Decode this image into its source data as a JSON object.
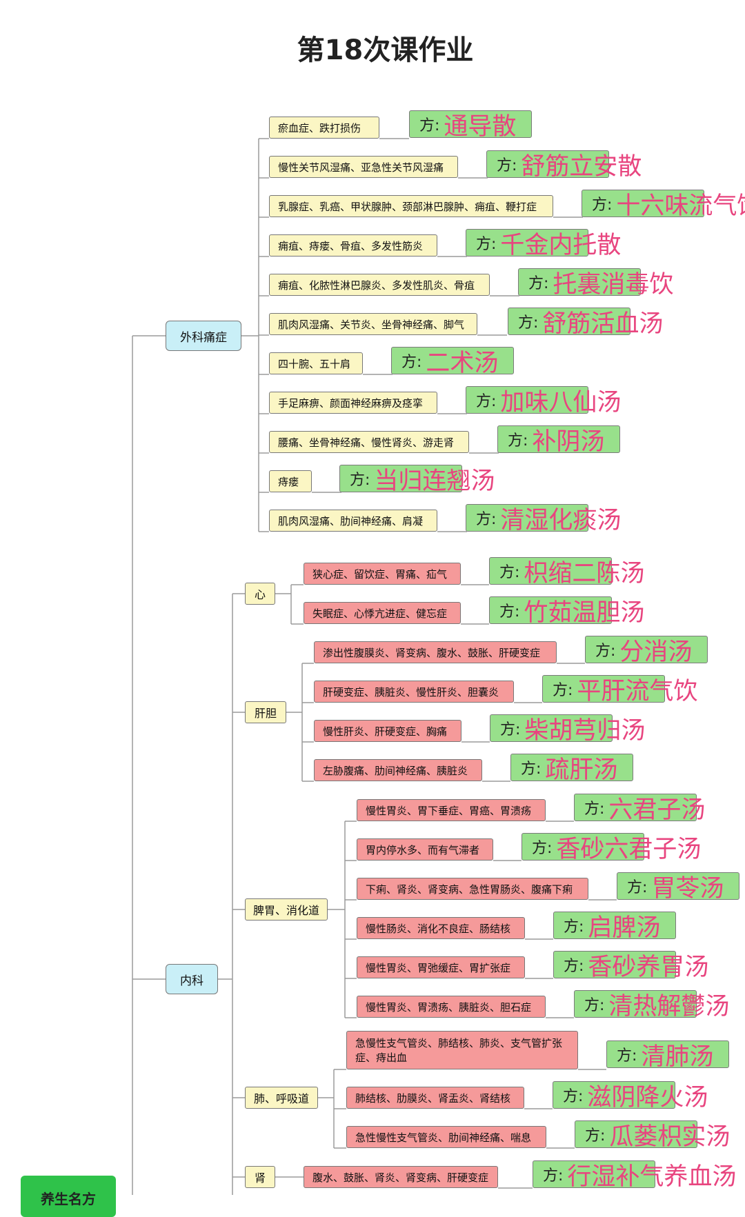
{
  "title": "第18次课作业",
  "colors": {
    "root": "#c9eff7",
    "yellow": "#fbf6c4",
    "red": "#f59a9a",
    "green": "#98e08b",
    "fang_text": "#e8457f"
  },
  "waike": {
    "label": "外科痛症",
    "items": [
      {
        "symptom": "瘀血症、跌打损伤",
        "prefix": "方:",
        "formula": "通导散"
      },
      {
        "symptom": "慢性关节风湿痛、亚急性关节风湿痛",
        "prefix": "方:",
        "formula": "舒筋立安散"
      },
      {
        "symptom": "乳腺症、乳癌、甲状腺肿、颈部淋巴腺肿、痈疽、鞭打症",
        "prefix": "方:",
        "formula": "十六味流气饮"
      },
      {
        "symptom": "痈疽、痔瘘、骨疽、多发性筋炎",
        "prefix": "方:",
        "formula": "千金内托散"
      },
      {
        "symptom": "痈疽、化脓性淋巴腺炎、多发性肌炎、骨疽",
        "prefix": "方:",
        "formula": "托裏消毒饮"
      },
      {
        "symptom": "肌肉风湿痛、关节炎、坐骨神经痛、脚气",
        "prefix": "方:",
        "formula": "舒筋活血汤"
      },
      {
        "symptom": "四十腕、五十肩",
        "prefix": "方:",
        "formula": "二术汤"
      },
      {
        "symptom": "手足麻痹、颜面神经麻痹及痉挛",
        "prefix": "方:",
        "formula": "加味八仙汤"
      },
      {
        "symptom": "腰痛、坐骨神经痛、慢性肾炎、游走肾",
        "prefix": "方:",
        "formula": "补阴汤"
      },
      {
        "symptom": "痔瘘",
        "prefix": "方:",
        "formula": "当归连翘汤"
      },
      {
        "symptom": "肌肉风湿痛、肋间神经痛、肩凝",
        "prefix": "方:",
        "formula": "清湿化痰汤"
      }
    ]
  },
  "neike": {
    "label": "内科",
    "groups": [
      {
        "label": "心",
        "items": [
          {
            "symptom": "狭心症、留饮症、胃痛、疝气",
            "prefix": "方:",
            "formula": "枳缩二陈汤"
          },
          {
            "symptom": "失眠症、心悸亢进症、健忘症",
            "prefix": "方:",
            "formula": "竹茹温胆汤"
          }
        ]
      },
      {
        "label": "肝胆",
        "items": [
          {
            "symptom": "渗出性腹膜炎、肾变病、腹水、鼓胀、肝硬变症",
            "prefix": "方:",
            "formula": "分消汤"
          },
          {
            "symptom": "肝硬变症、胰脏炎、慢性肝炎、胆囊炎",
            "prefix": "方:",
            "formula": "平肝流气饮"
          },
          {
            "symptom": "慢性肝炎、肝硬变症、胸痛",
            "prefix": "方:",
            "formula": "柴胡芎归汤"
          },
          {
            "symptom": "左胁腹痛、肋间神经痛、胰脏炎",
            "prefix": "方:",
            "formula": "疏肝汤"
          }
        ]
      },
      {
        "label": "脾胃、消化道",
        "items": [
          {
            "symptom": "慢性胃炎、胃下垂症、胃癌、胃溃疡",
            "prefix": "方:",
            "formula": "六君子汤"
          },
          {
            "symptom": "胃内停水多、而有气滞者",
            "prefix": "方:",
            "formula": "香砂六君子汤"
          },
          {
            "symptom": "下痢、肾炎、肾变病、急性胃肠炎、腹痛下痢",
            "prefix": "方:",
            "formula": "胃苓汤"
          },
          {
            "symptom": "慢性肠炎、消化不良症、肠结核",
            "prefix": "方:",
            "formula": "启脾汤"
          },
          {
            "symptom": "慢性胃炎、胃弛缓症、胃扩张症",
            "prefix": "方:",
            "formula": "香砂养胃汤"
          },
          {
            "symptom": "慢性胃炎、胃溃疡、胰脏炎、胆石症",
            "prefix": "方:",
            "formula": "清热解鬱汤"
          }
        ]
      },
      {
        "label": "肺、呼吸道",
        "items": [
          {
            "symptom_line1": "急慢性支气管炎、肺结核、肺炎、支气管扩张",
            "symptom_line2": "症、痔出血",
            "prefix": "方:",
            "formula": "清肺汤"
          },
          {
            "symptom": "肺结核、肋膜炎、肾盂炎、肾结核",
            "prefix": "方:",
            "formula": "滋阴降火汤"
          },
          {
            "symptom": "急性慢性支气管炎、肋间神经痛、喘息",
            "prefix": "方:",
            "formula": "瓜蒌枳实汤"
          }
        ]
      },
      {
        "label": "肾",
        "items": [
          {
            "symptom": "腹水、鼓胀、肾炎、肾变病、肝硬变症",
            "prefix": "方:",
            "formula": "行湿补气养血汤"
          }
        ]
      }
    ]
  },
  "bottom_button": "养生名方"
}
